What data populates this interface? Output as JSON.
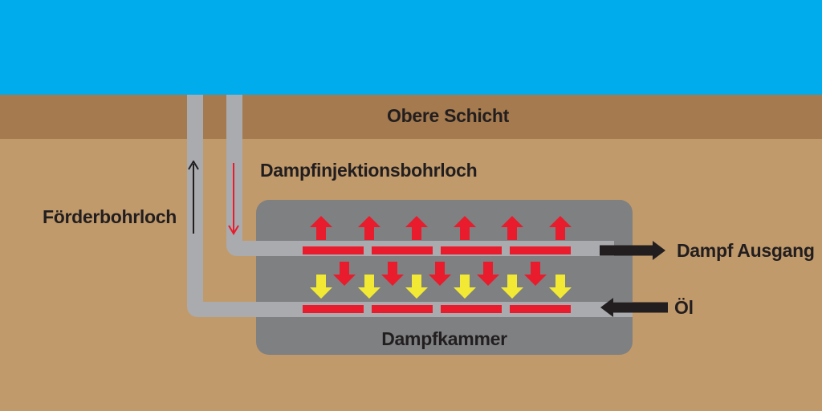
{
  "labels": {
    "upper_layer": "Obere Schicht",
    "injection_well": "Dampfinjektionsbohrloch",
    "production_well": "Förderbohrloch",
    "steam_chamber": "Dampfkammer",
    "steam_outlet": "Dampf Ausgang",
    "oil": "Öl"
  },
  "colors": {
    "sky": "#00ACEC",
    "upper_layer": "#A57A4E",
    "ground": "#C19A6B",
    "chamber": "#7E8082",
    "pipe": "#A9ABAE",
    "red": "#E81C2C",
    "yellow": "#F2E934",
    "ink": "#221E1F"
  },
  "arrows": {
    "steam_rise": {
      "count": 6,
      "color": "#E81C2C",
      "direction": "up"
    },
    "steam_condense": {
      "count": 5,
      "color": "#E81C2C",
      "direction": "down"
    },
    "oil_drain": {
      "count": 6,
      "color": "#F2E934",
      "direction": "down"
    },
    "injection_flow": {
      "color": "#E81C2C",
      "direction": "down"
    },
    "production_flow": {
      "color": "#221E1F",
      "direction": "up"
    },
    "steam_outlet_arrow": {
      "color": "#221E1F",
      "direction": "right"
    },
    "oil_inlet_arrow": {
      "color": "#221E1F",
      "direction": "left"
    }
  },
  "perforations": {
    "rows": 2,
    "dashes_per_row": 4,
    "color": "#E81C2C"
  }
}
